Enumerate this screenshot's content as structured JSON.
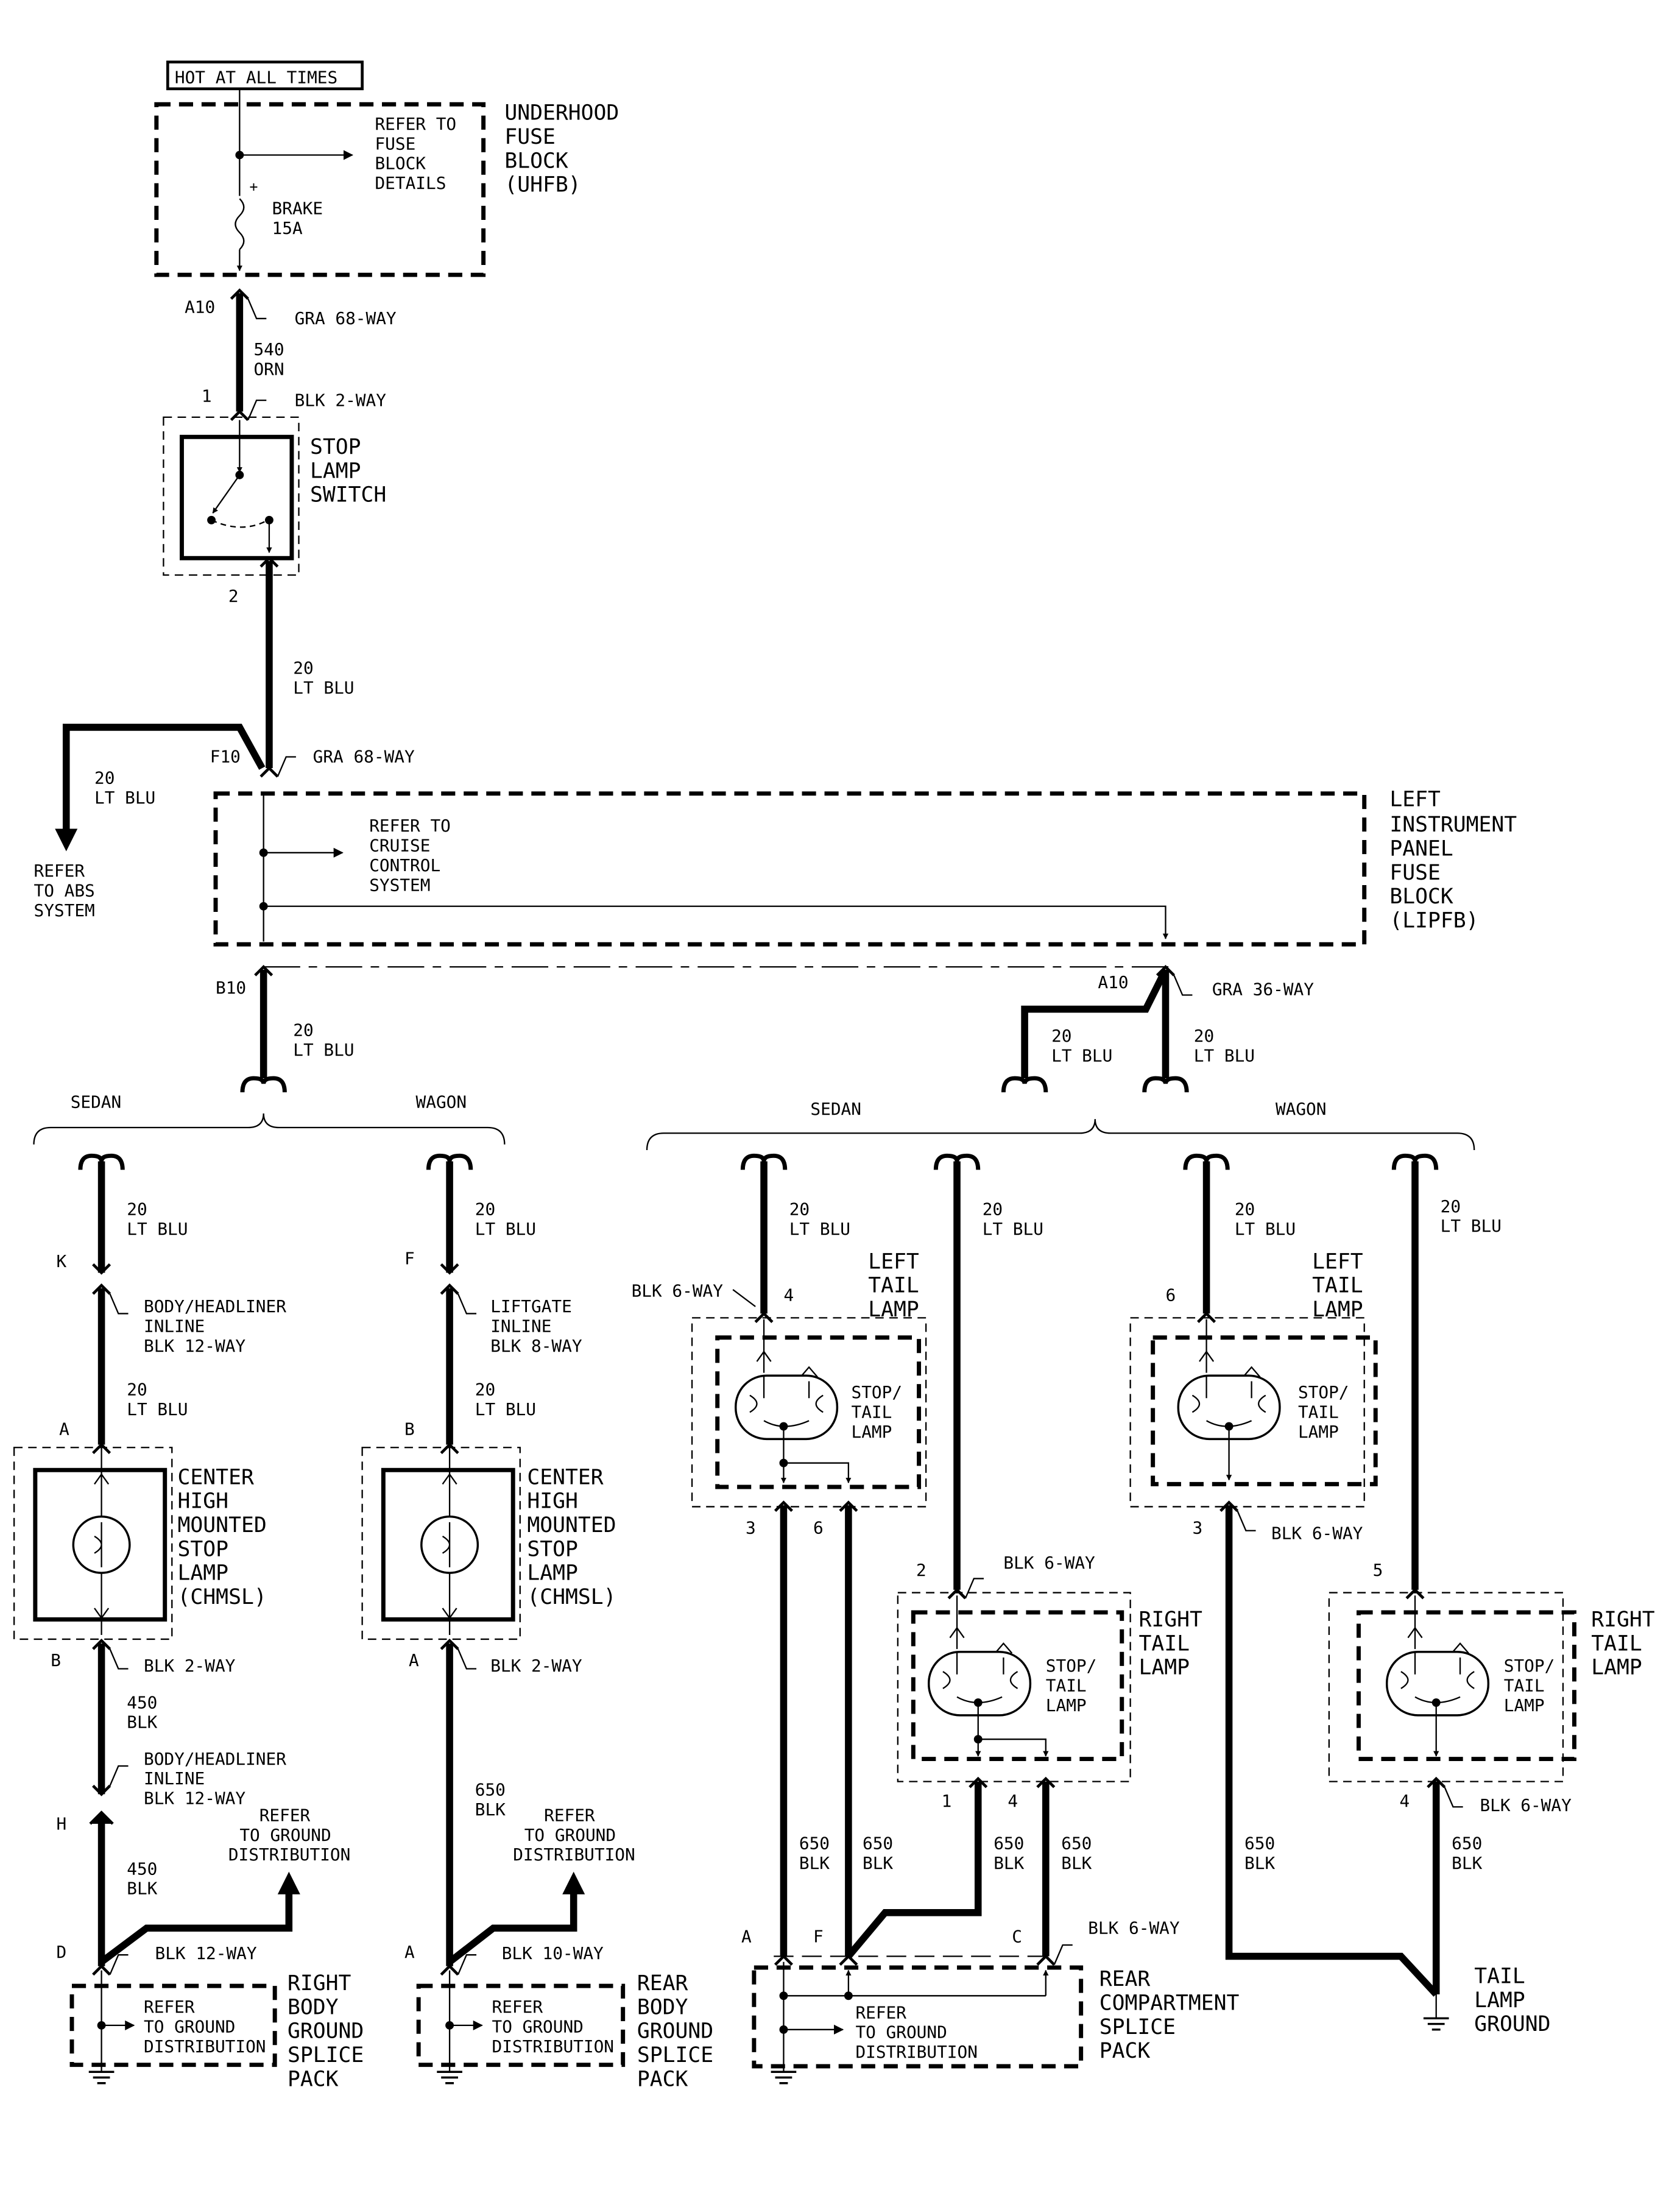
{
  "hot_at_all_times": "HOT AT ALL TIMES",
  "uhfb": {
    "name": [
      "UNDERHOOD",
      "FUSE",
      "BLOCK",
      "(UHFB)"
    ],
    "refer": [
      "REFER TO",
      "FUSE",
      "BLOCK",
      "DETAILS"
    ],
    "fuse": [
      "BRAKE",
      "15A"
    ],
    "plus": "+"
  },
  "c_a10": "A10",
  "gra68": "GRA 68-WAY",
  "w540": [
    "540",
    "ORN"
  ],
  "c_1": "1",
  "blk2way": "BLK 2-WAY",
  "stop_switch": [
    "STOP",
    "LAMP",
    "SWITCH"
  ],
  "c_2": "2",
  "w20ltblu": [
    "20",
    "LT BLU"
  ],
  "c_f10": "F10",
  "abs_refer": [
    "REFER",
    "TO ABS",
    "SYSTEM"
  ],
  "lipfb": {
    "name": [
      "LEFT",
      "INSTRUMENT",
      "PANEL",
      "FUSE",
      "BLOCK",
      "(LIPFB)"
    ],
    "refer": [
      "REFER TO",
      "CRUISE",
      "CONTROL",
      "SYSTEM"
    ]
  },
  "c_b10": "B10",
  "gra36": "GRA 36-WAY",
  "sedan": "SEDAN",
  "wagon": "WAGON",
  "c_k": "K",
  "c_f": "F",
  "c_a": "A",
  "c_b": "B",
  "c_h": "H",
  "c_d": "D",
  "c_c": "C",
  "c_3": "3",
  "c_4": "4",
  "c_5": "5",
  "c_6": "6",
  "body_headliner": [
    "BODY/HEADLINER",
    "INLINE",
    "BLK 12-WAY"
  ],
  "liftgate": [
    "LIFTGATE",
    "INLINE",
    "BLK 8-WAY"
  ],
  "chmsl": [
    "CENTER",
    "HIGH",
    "MOUNTED",
    "STOP",
    "LAMP",
    "(CHMSL)"
  ],
  "w450": [
    "450",
    "BLK"
  ],
  "w650": [
    "650",
    "BLK"
  ],
  "refer_gnd_dist": [
    "REFER",
    "TO GROUND",
    "DISTRIBUTION"
  ],
  "refer_to_gnd": [
    "REFER",
    "TO GROUND",
    "DISTRIBUTION"
  ],
  "blk12way": "BLK 12-WAY",
  "blk10way": "BLK 10-WAY",
  "blk6way": "BLK 6-WAY",
  "right_body_splice": [
    "RIGHT",
    "BODY",
    "GROUND",
    "SPLICE",
    "PACK"
  ],
  "rear_body_splice": [
    "REAR",
    "BODY",
    "GROUND",
    "SPLICE",
    "PACK"
  ],
  "left_tail": [
    "LEFT",
    "TAIL",
    "LAMP"
  ],
  "right_tail": [
    "RIGHT",
    "TAIL",
    "LAMP"
  ],
  "stop_tail": [
    "STOP/",
    "TAIL",
    "LAMP"
  ],
  "rear_comp_splice": [
    "REAR",
    "COMPARTMENT",
    "SPLICE",
    "PACK"
  ],
  "tail_lamp_ground": [
    "TAIL",
    "LAMP",
    "GROUND"
  ],
  "refer_to_ground_dist": [
    "REFER",
    "TO GROUND",
    "DISTRIBUTION"
  ]
}
